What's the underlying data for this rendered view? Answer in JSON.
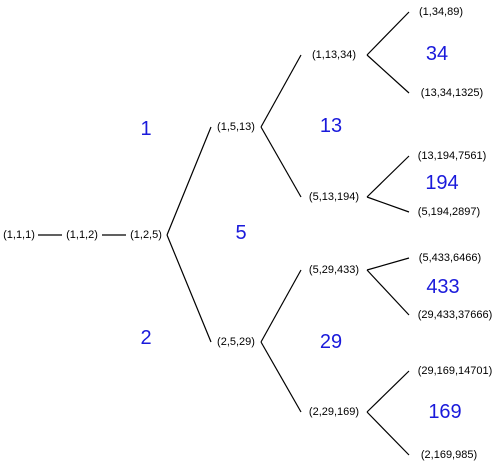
{
  "colors": {
    "line": "#000000",
    "text": "#000000",
    "number": "#1a1adb"
  },
  "nodes": {
    "n111": "(1,1,1)",
    "n112": "(1,1,2)",
    "n125": "(1,2,5)",
    "n1513": "(1,5,13)",
    "n2529": "(2,5,29)",
    "n11334": "(1,13,34)",
    "n513194": "(5,13,194)",
    "n529433": "(5,29,433)",
    "n229169": "(2,29,169)",
    "n13489": "(1,34,89)",
    "n13341325": "(13,34,1325)",
    "n131947561": "(13,194,7561)",
    "n51942897": "(5,194,2897)",
    "n54336466": "(5,433,6466)",
    "n2943337666": "(29,433,37666)",
    "n2916914701": "(29,169,14701)",
    "n2169985": "(2,169,985)"
  },
  "numbers": {
    "one": "1",
    "two": "2",
    "five": "5",
    "thirteen": "13",
    "twentynine": "29",
    "thirtyfour": "34",
    "onehundredninetyfour": "194",
    "fourhundredthirtythree": "433",
    "onehundredsixtynine": "169"
  }
}
